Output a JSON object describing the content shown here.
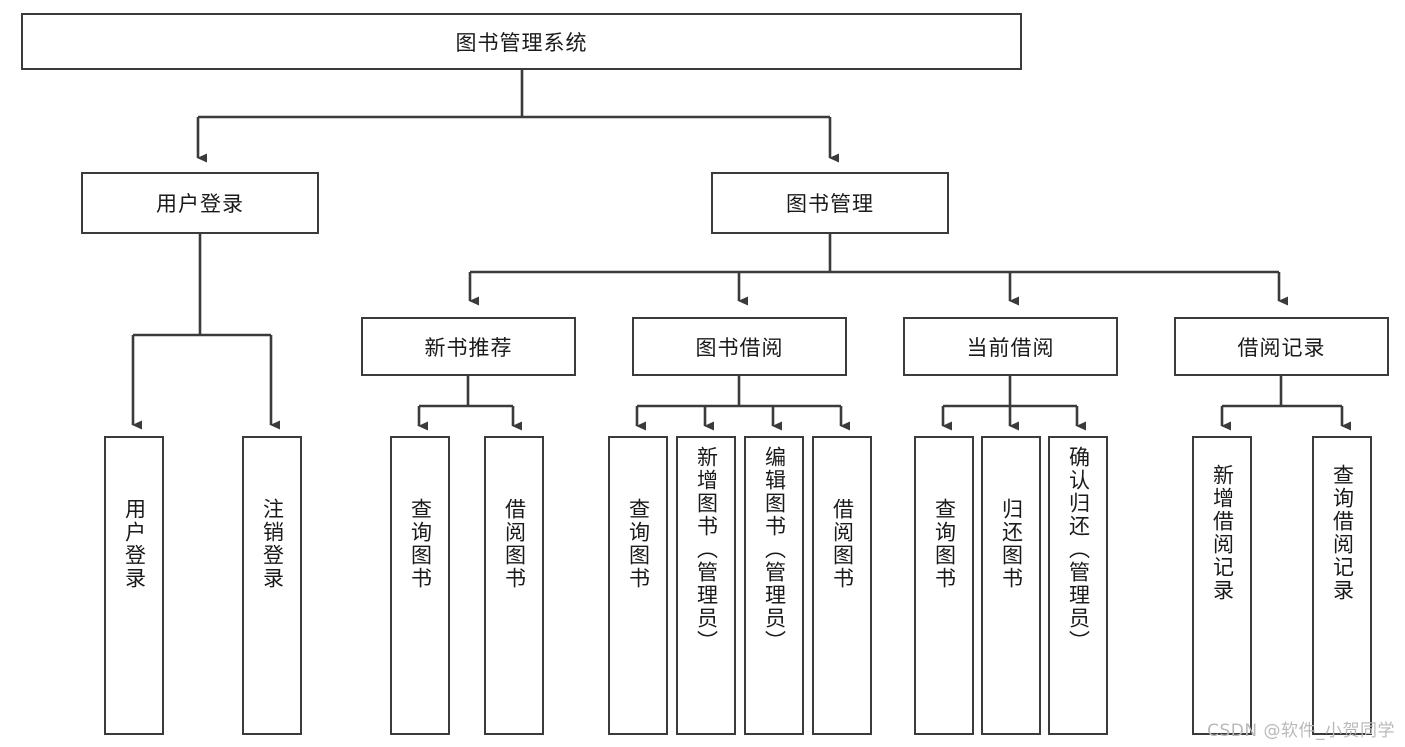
{
  "diagram": {
    "title_node": {
      "label": "图书管理系统"
    },
    "level1": [
      {
        "label": "用户登录"
      },
      {
        "label": "图书管理"
      }
    ],
    "level2": [
      {
        "label": "新书推荐"
      },
      {
        "label": "图书借阅"
      },
      {
        "label": "当前借阅"
      },
      {
        "label": "借阅记录"
      }
    ],
    "leaves": {
      "user_login": [
        {
          "label": "用户登录"
        },
        {
          "label": "注销登录"
        }
      ],
      "new_book_recommend": [
        {
          "label": "查询图书"
        },
        {
          "label": "借阅图书"
        }
      ],
      "book_borrow": [
        {
          "label": "查询图书"
        },
        {
          "label": "新增图书（管理员）"
        },
        {
          "label": "编辑图书（管理员）"
        },
        {
          "label": "借阅图书"
        }
      ],
      "current_borrow": [
        {
          "label": "查询图书"
        },
        {
          "label": "归还图书"
        },
        {
          "label": "确认归还（管理员）"
        }
      ],
      "borrow_record": [
        {
          "label": "新增借阅记录"
        },
        {
          "label": "查询借阅记录"
        }
      ]
    }
  },
  "watermark": {
    "text": "CSDN @软件_小贺同学"
  },
  "colors": {
    "stroke": "#3b3b3b",
    "background": "#ffffff",
    "text": "#1a1a1a",
    "watermark": "#b9b9b9"
  }
}
